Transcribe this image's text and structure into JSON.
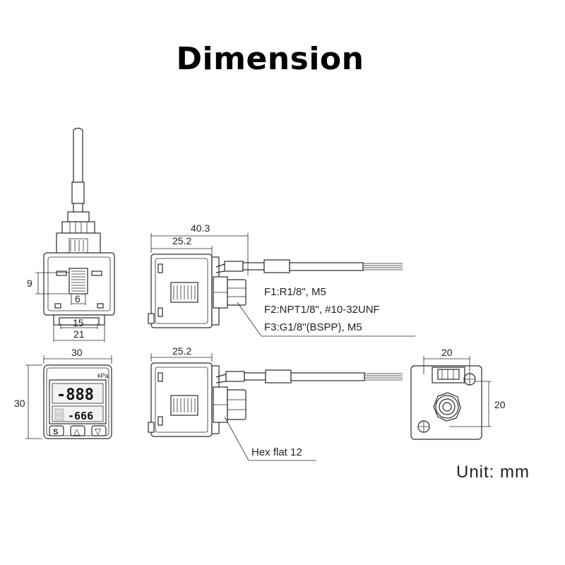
{
  "title": "Dimension",
  "unit_label": "Unit:  mm",
  "side_view_top": {
    "overall_length": "40.3",
    "body_length": "25.2",
    "port_notes": [
      "F1:R1/8\", M5",
      "F2:NPT1/8\", #10-32UNF",
      "F3:G1/8\"(BSPP), M5"
    ]
  },
  "rear_view": {
    "height_label": "9",
    "slot_label": "6",
    "inner_width": "15",
    "outer_width": "21"
  },
  "front_view": {
    "width": "30",
    "height": "30",
    "unit_indicator": "kPa",
    "main_display": "-888",
    "sub_display": "-666",
    "button_s": "S",
    "button_up": "△",
    "button_down": "▽"
  },
  "side_view_bottom": {
    "body_length": "25.2",
    "hex_note": "Hex flat 12"
  },
  "back_view": {
    "width": "20",
    "height": "20"
  }
}
